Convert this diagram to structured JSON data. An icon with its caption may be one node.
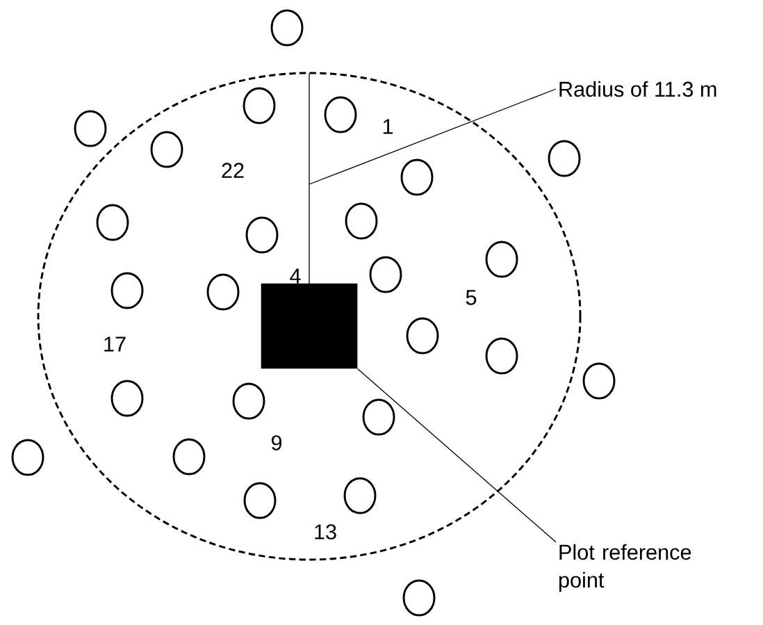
{
  "diagram": {
    "nodes": [
      {
        "text": [
          "Radius of 11.3 m"
        ]
      },
      {
        "text": [
          "Plot reference point"
        ]
      },
      {
        "text": [],
        "shape": "box"
      }
    ],
    "edges": [
      {
        "from": 0,
        "to": null,
        "arrow": "none"
      },
      {
        "from": 1,
        "to": 2,
        "arrow": "none"
      }
    ],
    "labels": [
      "1",
      "22",
      "4",
      "5",
      "17",
      "9",
      "13"
    ]
  }
}
